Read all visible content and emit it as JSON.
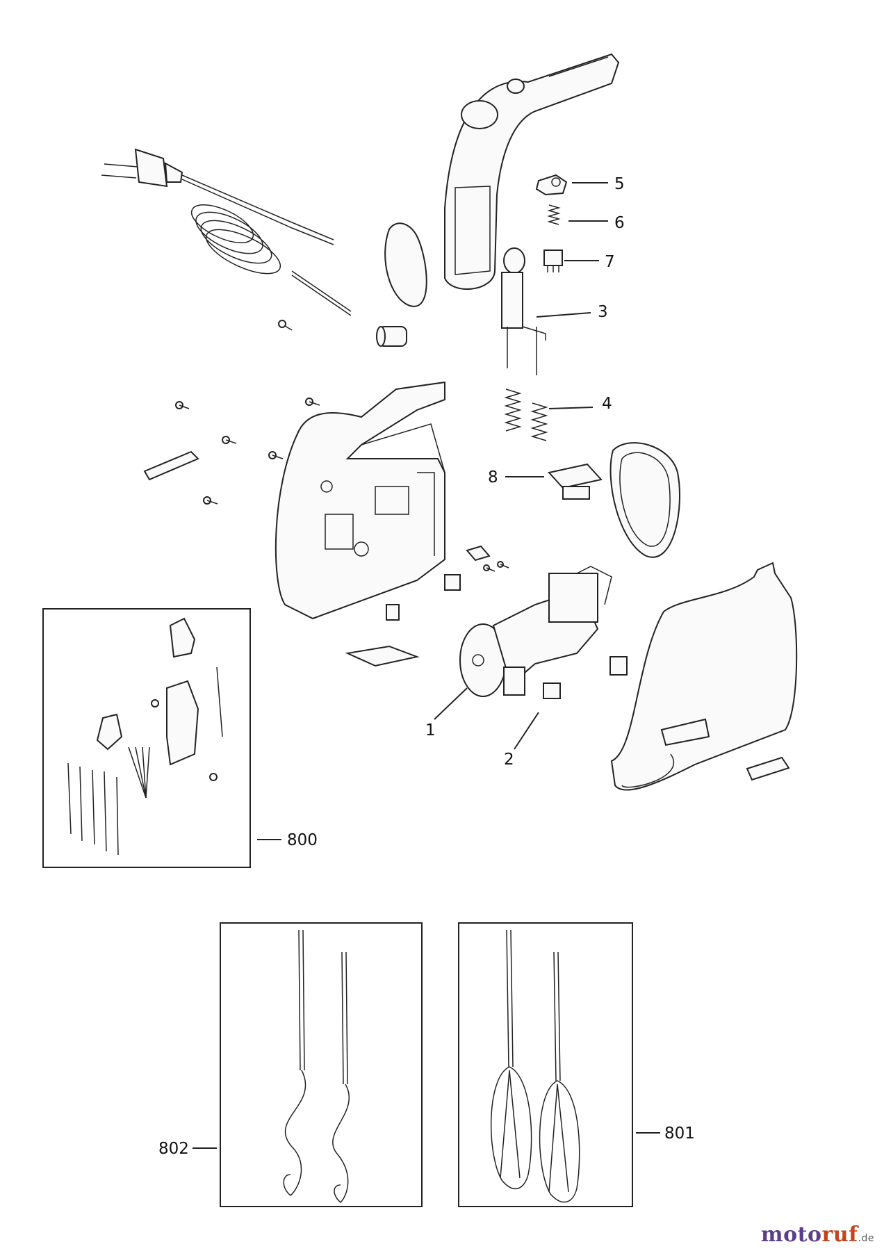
{
  "callouts": [
    {
      "id": "5",
      "text": "5"
    },
    {
      "id": "6",
      "text": "6"
    },
    {
      "id": "7",
      "text": "7"
    },
    {
      "id": "3",
      "text": "3"
    },
    {
      "id": "4",
      "text": "4"
    },
    {
      "id": "8",
      "text": "8"
    },
    {
      "id": "1",
      "text": "1"
    },
    {
      "id": "2",
      "text": "2"
    },
    {
      "id": "800",
      "text": "800"
    },
    {
      "id": "802",
      "text": "802"
    },
    {
      "id": "801",
      "text": "801"
    }
  ],
  "watermark": {
    "part1": "moto",
    "part2": "ruf",
    "part3": ".de"
  },
  "colors": {
    "ink": "#222222",
    "background": "#ffffff"
  }
}
